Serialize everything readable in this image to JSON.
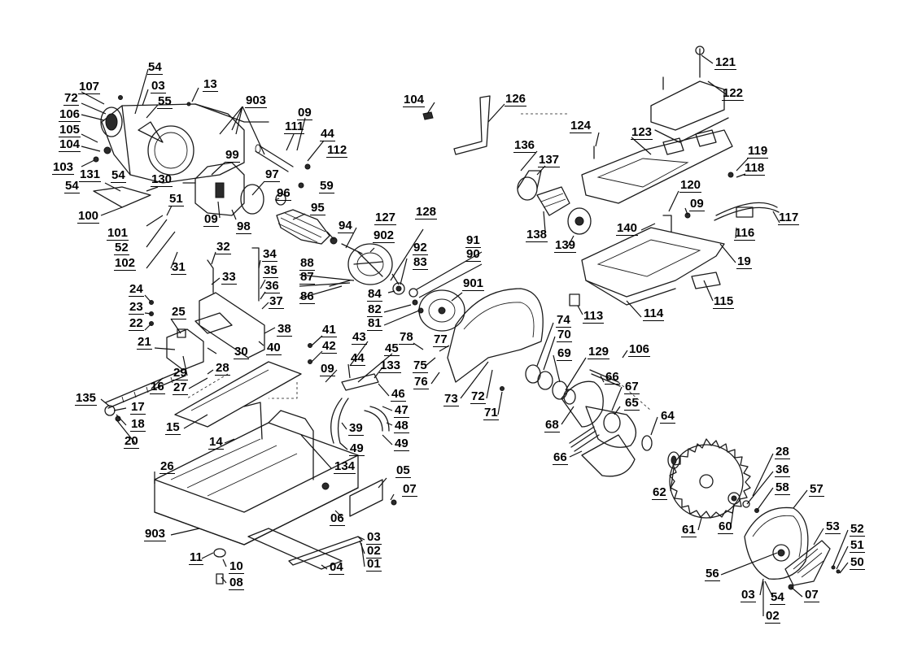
{
  "callouts": [
    {
      "id": "lbl-54a",
      "text": "54"
    },
    {
      "id": "lbl-107",
      "text": "107"
    },
    {
      "id": "lbl-03a",
      "text": "03"
    },
    {
      "id": "lbl-13",
      "text": "13"
    },
    {
      "id": "lbl-72a",
      "text": "72"
    },
    {
      "id": "lbl-55",
      "text": "55"
    },
    {
      "id": "lbl-106a",
      "text": "106"
    },
    {
      "id": "lbl-903a",
      "text": "903"
    },
    {
      "id": "lbl-105",
      "text": "105"
    },
    {
      "id": "lbl-09a",
      "text": "09"
    },
    {
      "id": "lbl-111",
      "text": "111"
    },
    {
      "id": "lbl-104a",
      "text": "104"
    },
    {
      "id": "lbl-44a",
      "text": "44"
    },
    {
      "id": "lbl-99",
      "text": "99"
    },
    {
      "id": "lbl-112",
      "text": "112"
    },
    {
      "id": "lbl-103",
      "text": "103"
    },
    {
      "id": "lbl-131",
      "text": "131"
    },
    {
      "id": "lbl-54b",
      "text": "54"
    },
    {
      "id": "lbl-130",
      "text": "130"
    },
    {
      "id": "lbl-97",
      "text": "97"
    },
    {
      "id": "lbl-59",
      "text": "59"
    },
    {
      "id": "lbl-54c",
      "text": "54"
    },
    {
      "id": "lbl-96",
      "text": "96"
    },
    {
      "id": "lbl-51a",
      "text": "51"
    },
    {
      "id": "lbl-95",
      "text": "95"
    },
    {
      "id": "lbl-100",
      "text": "100"
    },
    {
      "id": "lbl-09b",
      "text": "09"
    },
    {
      "id": "lbl-98",
      "text": "98"
    },
    {
      "id": "lbl-101",
      "text": "101"
    },
    {
      "id": "lbl-94",
      "text": "94"
    },
    {
      "id": "lbl-127",
      "text": "127"
    },
    {
      "id": "lbl-128",
      "text": "128"
    },
    {
      "id": "lbl-52a",
      "text": "52"
    },
    {
      "id": "lbl-902",
      "text": "902"
    },
    {
      "id": "lbl-102",
      "text": "102"
    },
    {
      "id": "lbl-31",
      "text": "31"
    },
    {
      "id": "lbl-32",
      "text": "32"
    },
    {
      "id": "lbl-34",
      "text": "34"
    },
    {
      "id": "lbl-92",
      "text": "92"
    },
    {
      "id": "lbl-91",
      "text": "91"
    },
    {
      "id": "lbl-83",
      "text": "83"
    },
    {
      "id": "lbl-90",
      "text": "90"
    },
    {
      "id": "lbl-88",
      "text": "88"
    },
    {
      "id": "lbl-87",
      "text": "87"
    },
    {
      "id": "lbl-33",
      "text": "33"
    },
    {
      "id": "lbl-35",
      "text": "35"
    },
    {
      "id": "lbl-36a",
      "text": "36"
    },
    {
      "id": "lbl-84",
      "text": "84"
    },
    {
      "id": "lbl-901",
      "text": "901"
    },
    {
      "id": "lbl-86",
      "text": "86"
    },
    {
      "id": "lbl-37",
      "text": "37"
    },
    {
      "id": "lbl-82",
      "text": "82"
    },
    {
      "id": "lbl-24",
      "text": "24"
    },
    {
      "id": "lbl-23",
      "text": "23"
    },
    {
      "id": "lbl-25",
      "text": "25"
    },
    {
      "id": "lbl-81",
      "text": "81"
    },
    {
      "id": "lbl-22",
      "text": "22"
    },
    {
      "id": "lbl-38",
      "text": "38"
    },
    {
      "id": "lbl-41",
      "text": "41"
    },
    {
      "id": "lbl-21",
      "text": "21"
    },
    {
      "id": "lbl-40",
      "text": "40"
    },
    {
      "id": "lbl-42",
      "text": "42"
    },
    {
      "id": "lbl-43",
      "text": "43"
    },
    {
      "id": "lbl-78",
      "text": "78"
    },
    {
      "id": "lbl-77",
      "text": "77"
    },
    {
      "id": "lbl-30",
      "text": "30"
    },
    {
      "id": "lbl-45",
      "text": "45"
    },
    {
      "id": "lbl-09c",
      "text": "09"
    },
    {
      "id": "lbl-44b",
      "text": "44"
    },
    {
      "id": "lbl-75",
      "text": "75"
    },
    {
      "id": "lbl-29",
      "text": "29"
    },
    {
      "id": "lbl-28a",
      "text": "28"
    },
    {
      "id": "lbl-133",
      "text": "133"
    },
    {
      "id": "lbl-76",
      "text": "76"
    },
    {
      "id": "lbl-16",
      "text": "16"
    },
    {
      "id": "lbl-27",
      "text": "27"
    },
    {
      "id": "lbl-46",
      "text": "46"
    },
    {
      "id": "lbl-135",
      "text": "135"
    },
    {
      "id": "lbl-17",
      "text": "17"
    },
    {
      "id": "lbl-73",
      "text": "73"
    },
    {
      "id": "lbl-72b",
      "text": "72"
    },
    {
      "id": "lbl-47",
      "text": "47"
    },
    {
      "id": "lbl-18",
      "text": "18"
    },
    {
      "id": "lbl-15",
      "text": "15"
    },
    {
      "id": "lbl-48",
      "text": "48"
    },
    {
      "id": "lbl-71",
      "text": "71"
    },
    {
      "id": "lbl-39",
      "text": "39"
    },
    {
      "id": "lbl-20",
      "text": "20"
    },
    {
      "id": "lbl-14",
      "text": "14"
    },
    {
      "id": "lbl-49a",
      "text": "49"
    },
    {
      "id": "lbl-49b",
      "text": "49"
    },
    {
      "id": "lbl-134",
      "text": "134"
    },
    {
      "id": "lbl-26",
      "text": "26"
    },
    {
      "id": "lbl-05",
      "text": "05"
    },
    {
      "id": "lbl-07a",
      "text": "07"
    },
    {
      "id": "lbl-06",
      "text": "06"
    },
    {
      "id": "lbl-903b",
      "text": "903"
    },
    {
      "id": "lbl-03b",
      "text": "03"
    },
    {
      "id": "lbl-02a",
      "text": "02"
    },
    {
      "id": "lbl-11",
      "text": "11"
    },
    {
      "id": "lbl-10",
      "text": "10"
    },
    {
      "id": "lbl-01",
      "text": "01"
    },
    {
      "id": "lbl-04",
      "text": "04"
    },
    {
      "id": "lbl-08",
      "text": "08"
    },
    {
      "id": "lbl-104b",
      "text": "104"
    },
    {
      "id": "lbl-126",
      "text": "126"
    },
    {
      "id": "lbl-121",
      "text": "121"
    },
    {
      "id": "lbl-122",
      "text": "122"
    },
    {
      "id": "lbl-124",
      "text": "124"
    },
    {
      "id": "lbl-123",
      "text": "123"
    },
    {
      "id": "lbl-136",
      "text": "136"
    },
    {
      "id": "lbl-137",
      "text": "137"
    },
    {
      "id": "lbl-119",
      "text": "119"
    },
    {
      "id": "lbl-118",
      "text": "118"
    },
    {
      "id": "lbl-120",
      "text": "120"
    },
    {
      "id": "lbl-09d",
      "text": "09"
    },
    {
      "id": "lbl-117",
      "text": "117"
    },
    {
      "id": "lbl-140",
      "text": "140"
    },
    {
      "id": "lbl-116",
      "text": "116"
    },
    {
      "id": "lbl-138",
      "text": "138"
    },
    {
      "id": "lbl-139",
      "text": "139"
    },
    {
      "id": "lbl-19",
      "text": "19"
    },
    {
      "id": "lbl-115",
      "text": "115"
    },
    {
      "id": "lbl-113",
      "text": "113"
    },
    {
      "id": "lbl-114",
      "text": "114"
    },
    {
      "id": "lbl-74",
      "text": "74"
    },
    {
      "id": "lbl-70",
      "text": "70"
    },
    {
      "id": "lbl-106b",
      "text": "106"
    },
    {
      "id": "lbl-69",
      "text": "69"
    },
    {
      "id": "lbl-129",
      "text": "129"
    },
    {
      "id": "lbl-66a",
      "text": "66"
    },
    {
      "id": "lbl-67",
      "text": "67"
    },
    {
      "id": "lbl-65",
      "text": "65"
    },
    {
      "id": "lbl-68",
      "text": "68"
    },
    {
      "id": "lbl-64",
      "text": "64"
    },
    {
      "id": "lbl-66b",
      "text": "66"
    },
    {
      "id": "lbl-62",
      "text": "62"
    },
    {
      "id": "lbl-28b",
      "text": "28"
    },
    {
      "id": "lbl-36b",
      "text": "36"
    },
    {
      "id": "lbl-58",
      "text": "58"
    },
    {
      "id": "lbl-57",
      "text": "57"
    },
    {
      "id": "lbl-61",
      "text": "61"
    },
    {
      "id": "lbl-60",
      "text": "60"
    },
    {
      "id": "lbl-53",
      "text": "53"
    },
    {
      "id": "lbl-52b",
      "text": "52"
    },
    {
      "id": "lbl-51b",
      "text": "51"
    },
    {
      "id": "lbl-50",
      "text": "50"
    },
    {
      "id": "lbl-56",
      "text": "56"
    },
    {
      "id": "lbl-03c",
      "text": "03"
    },
    {
      "id": "lbl-54d",
      "text": "54"
    },
    {
      "id": "lbl-07b",
      "text": "07"
    },
    {
      "id": "lbl-02b",
      "text": "02"
    }
  ]
}
